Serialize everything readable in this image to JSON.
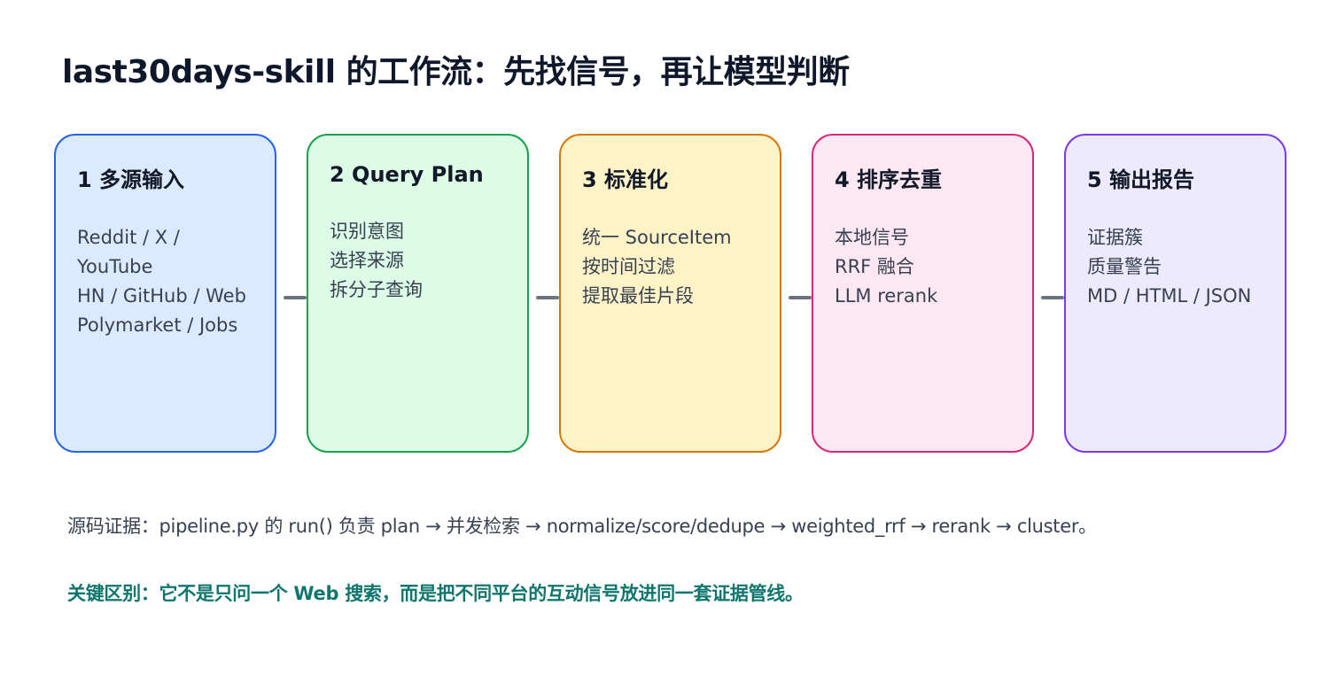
{
  "title": "last30days-skill 的工作流：先找信号，再让模型判断",
  "stages": [
    {
      "title": "1 多源输入",
      "lines": [
        "Reddit / X /",
        "YouTube",
        "HN / GitHub / Web",
        "Polymarket / Jobs"
      ],
      "border": "#2563eb",
      "fill": "#dbeafe"
    },
    {
      "title": "2 Query Plan",
      "lines": [
        "识别意图",
        "选择来源",
        "拆分子查询"
      ],
      "border": "#16a34a",
      "fill": "#dcfce7"
    },
    {
      "title": "3 标准化",
      "lines": [
        "统一 SourceItem",
        "按时间过滤",
        "提取最佳片段"
      ],
      "border": "#d97706",
      "fill": "#fef3c7"
    },
    {
      "title": "4 排序去重",
      "lines": [
        "本地信号",
        "RRF 融合",
        "LLM rerank"
      ],
      "border": "#db2777",
      "fill": "#fce7f3"
    },
    {
      "title": "5 输出报告",
      "lines": [
        "证据簇",
        "质量警告",
        "MD / HTML / JSON"
      ],
      "border": "#7c3aed",
      "fill": "#ede9fe"
    }
  ],
  "connector_color": "#6b7280",
  "evidence_text": "源码证据：pipeline.py 的 run() 负责 plan → 并发检索 → normalize/score/dedupe → weighted_rrf → rerank → cluster。",
  "key_point_text": "关键区别：它不是只问一个 Web 搜索，而是把不同平台的互动信号放进同一套证据管线。"
}
